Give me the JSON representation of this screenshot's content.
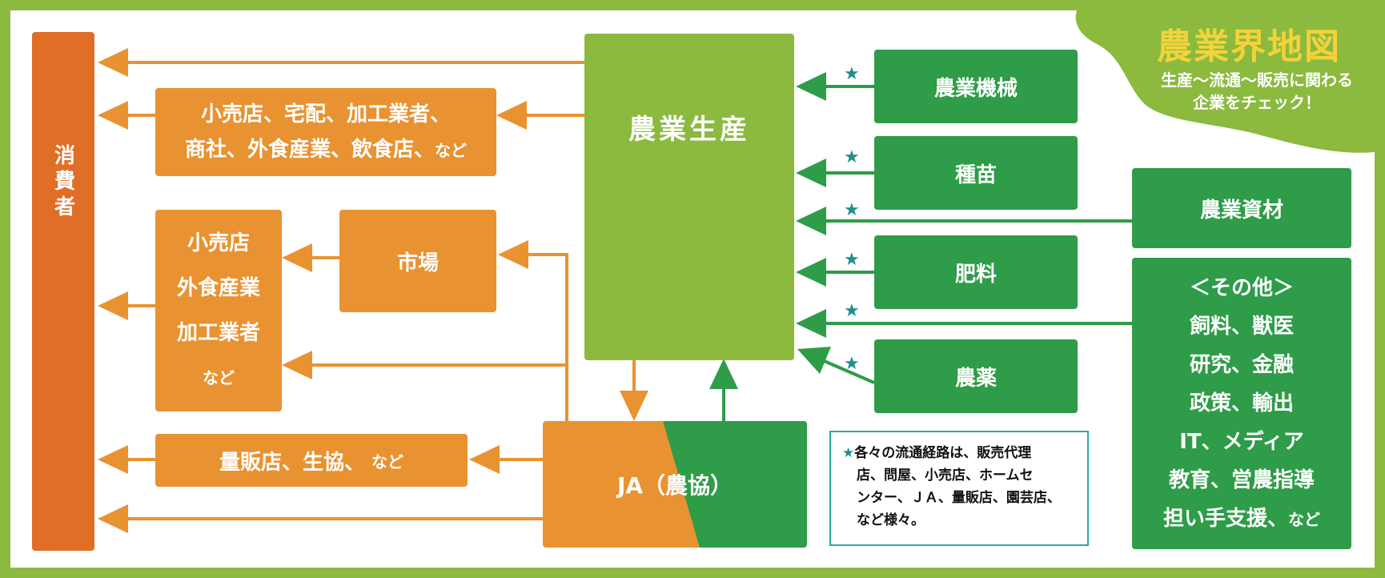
{
  "title": {
    "main": "農業界地図",
    "sub1": "生産～流通～販売に関わる",
    "sub2": "企業をチェック！"
  },
  "nodes": {
    "consumer": "消費者",
    "retail_top": {
      "line1": "小売店、宅配、加工業者、",
      "line2": "商社、外食産業、飲食店、",
      "line2_small": "など"
    },
    "retail_mid": {
      "line1": "小売店",
      "line2": "外食産業",
      "line3": "加工業者",
      "line4": "など"
    },
    "market": "市場",
    "mass_retail": {
      "text": "量販店、生協、",
      "small": "など"
    },
    "production": "農業生産",
    "ja": "JA（農協）",
    "machinery": "農業機械",
    "seeds": "種苗",
    "materials": "農業資材",
    "fertilizer": "肥料",
    "pesticide": "農薬",
    "others": {
      "header": "＜その他＞",
      "lines": [
        "飼料、獣医",
        "研究、金融",
        "政策、輸出",
        "IT、メディア",
        "教育、営農指導",
        "担い手支援、"
      ],
      "last_small": "など"
    }
  },
  "star_symbol": "★",
  "note": {
    "line1": "各々の流通経路は、販売代理",
    "line2": "店、問屋、小売店、ホームセ",
    "line3": "ンター、ＪＡ、量販店、園芸店、",
    "line4": "など様々。"
  },
  "colors": {
    "light_green": "#8bba3f",
    "dark_green": "#2e9c48",
    "orange": "#e99231",
    "dark_orange": "#e06e27",
    "title_yellow": "#f4d23a",
    "note_teal": "#1d8f8e"
  }
}
